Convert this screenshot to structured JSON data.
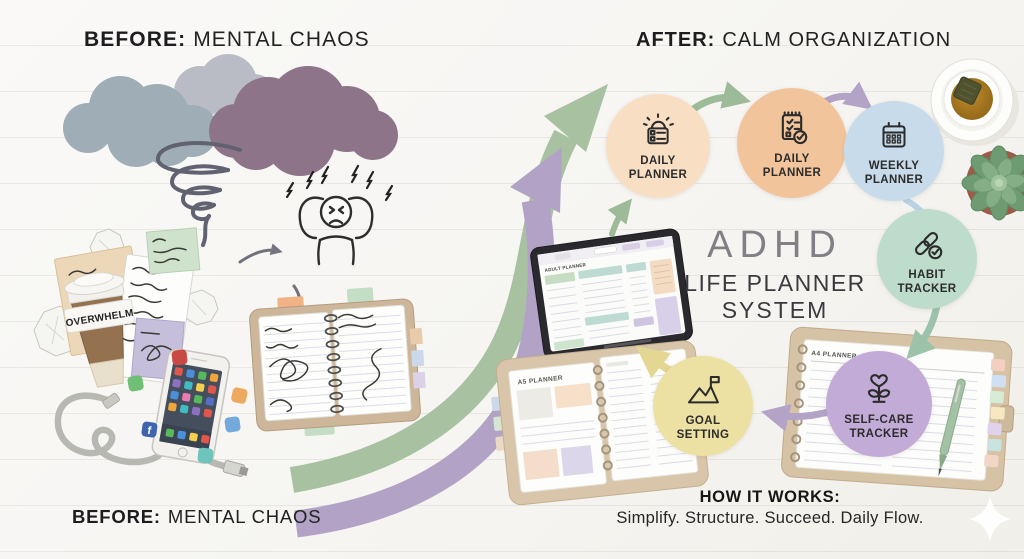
{
  "headings": {
    "before_top": {
      "label": "BEFORE:",
      "text": "MENTAL CHAOS"
    },
    "after_top": {
      "label": "AFTER:",
      "text": "CALM ORGANIZATION"
    },
    "before_bottom": {
      "label": "BEFORE:",
      "text": "MENTAL CHAOS"
    }
  },
  "center_title": {
    "line1": "ADHD",
    "line2": "LIFE PLANNER",
    "line3": "SYSTEM"
  },
  "how_it_works": {
    "title": "HOW IT WORKS:",
    "tagline": "Simplify. Structure. Succeed. Daily Flow."
  },
  "flow": {
    "circles": [
      {
        "label": "DAILY PLANNER",
        "icon": "sun-checklist-icon",
        "color": "#f8dfc4"
      },
      {
        "label": "DAILY PLANNER",
        "icon": "checklist-check-icon",
        "color": "#f2c49c"
      },
      {
        "label": "WEEKLY PLANNER",
        "icon": "calendar-icon",
        "color": "#c7dbeb"
      },
      {
        "label": "HABIT TRACKER",
        "icon": "chain-check-icon",
        "color": "#bedccb"
      },
      {
        "label": "SELF-CARE TRACKER",
        "icon": "heart-plant-icon",
        "color": "#c3abd7"
      },
      {
        "label": "GOAL SETTING",
        "icon": "mountain-flag-icon",
        "color": "#ece0a2"
      }
    ]
  },
  "props": {
    "coffee_cup_label": "OVERWHELM",
    "tablet_title": "ADULT PLANNER",
    "binder_left_title": "A5 PLANNER",
    "binder_right_title": "A4 PLANNER"
  },
  "palette": {
    "arrow_green": "#a7c1a1",
    "arrow_purple": "#b2a2c6",
    "connector_blue": "#b9d3e5",
    "connector_mint": "#9cc2aa",
    "connector_yellow": "#e4d793",
    "background": "#f7f6f3"
  }
}
